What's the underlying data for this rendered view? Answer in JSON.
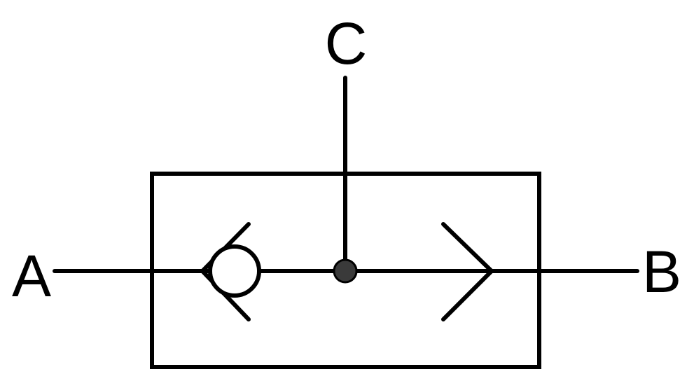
{
  "diagram": {
    "ports": {
      "a": "A",
      "b": "B",
      "c": "C"
    },
    "colors": {
      "stroke": "#000000",
      "background": "#ffffff",
      "junction": "#3a3a3a"
    }
  }
}
